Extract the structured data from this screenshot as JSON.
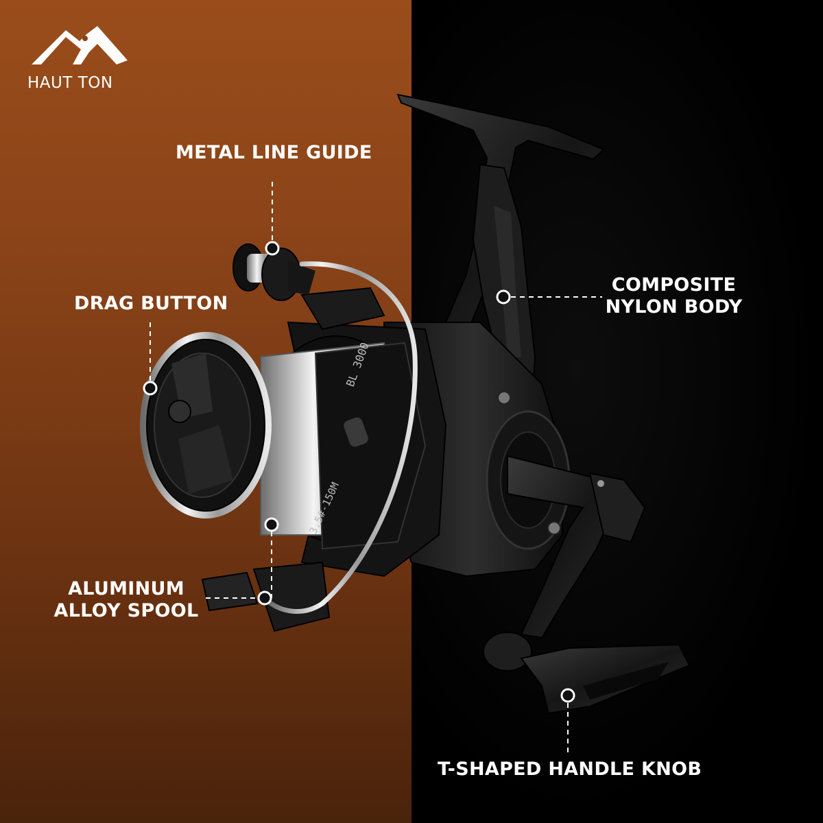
{
  "brand": {
    "name": "HAUT TON",
    "logo_icon": "mountain-bird-logo"
  },
  "callouts": {
    "metal_line_guide": "METAL LINE GUIDE",
    "drag_button": "DRAG BUTTON",
    "composite_body_line1": "COMPOSITE",
    "composite_body_line2": "NYLON BODY",
    "spool_line1": "ALUMINUM",
    "spool_line2": "ALLOY SPOOL",
    "handle_knob": "T-SHAPED HANDLE KNOB"
  },
  "spool_markings": {
    "model": "BL 3000",
    "capacity": "3.5#-150M"
  },
  "colors": {
    "left_panel": "#8a4318",
    "right_panel": "#000000",
    "label_text": "#ffffff"
  }
}
